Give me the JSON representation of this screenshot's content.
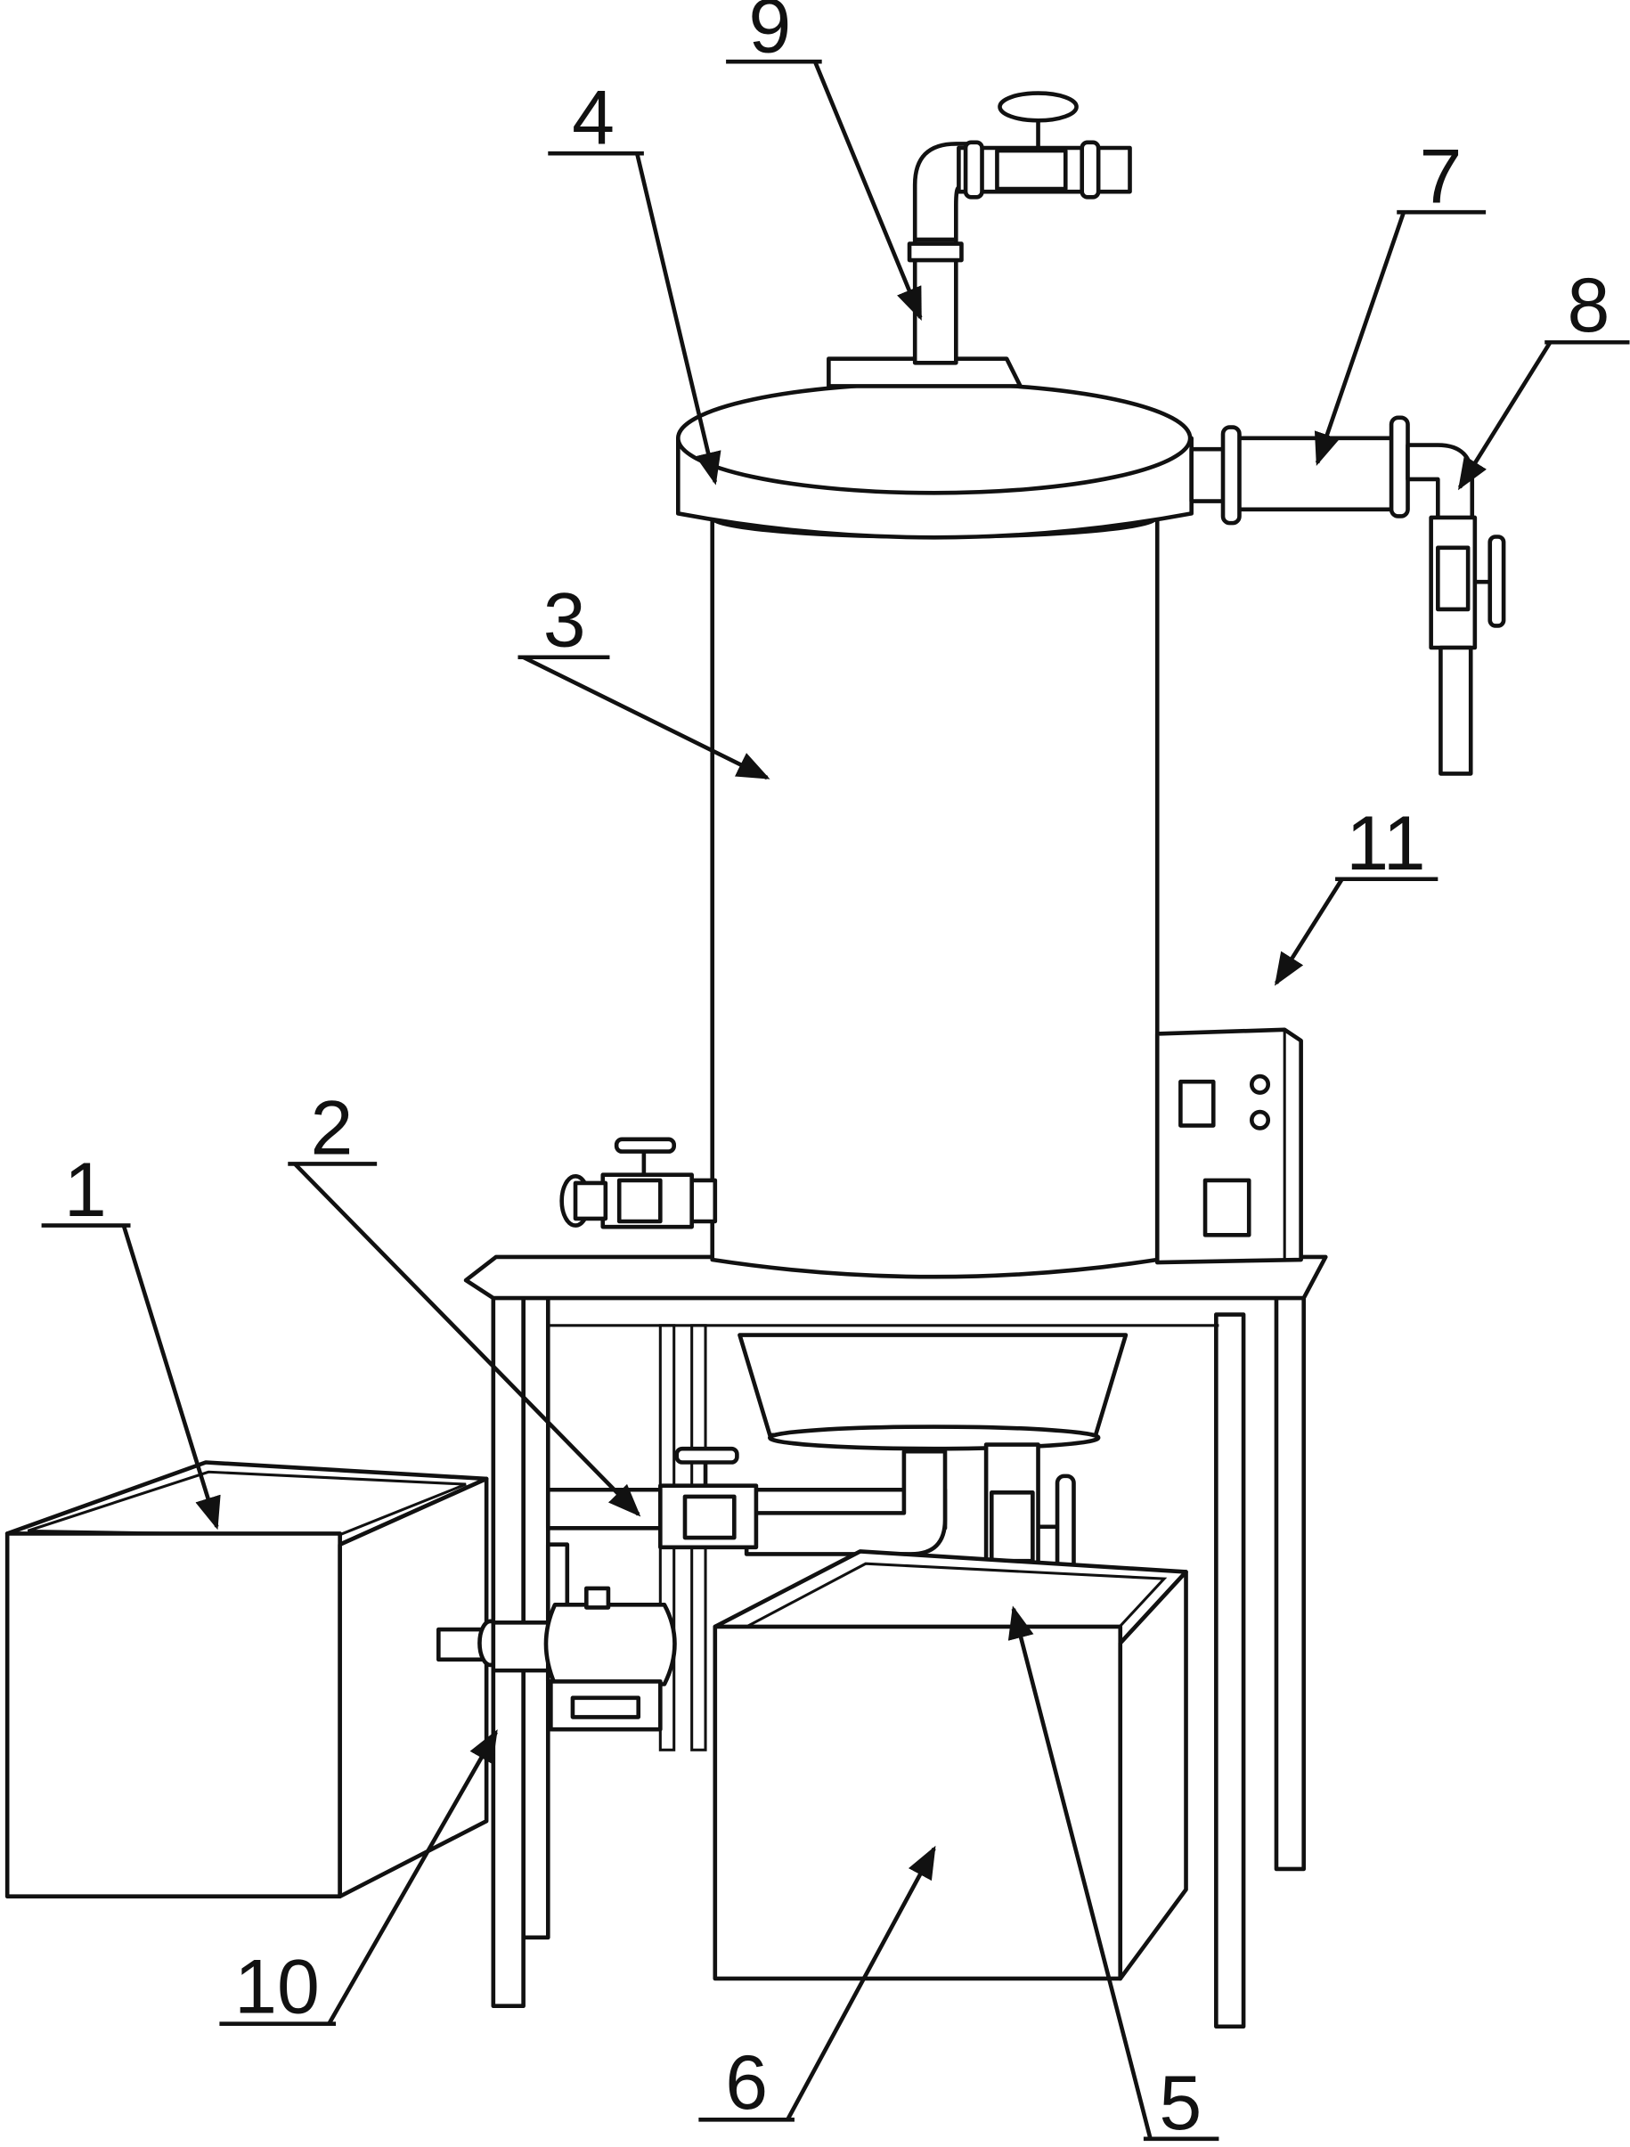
{
  "figure": {
    "labels": {
      "l1": "1",
      "l2": "2",
      "l3": "3",
      "l4": "4",
      "l5": "5",
      "l6": "6",
      "l7": "7",
      "l8": "8",
      "l9": "9",
      "l10": "10",
      "l11": "11"
    }
  }
}
